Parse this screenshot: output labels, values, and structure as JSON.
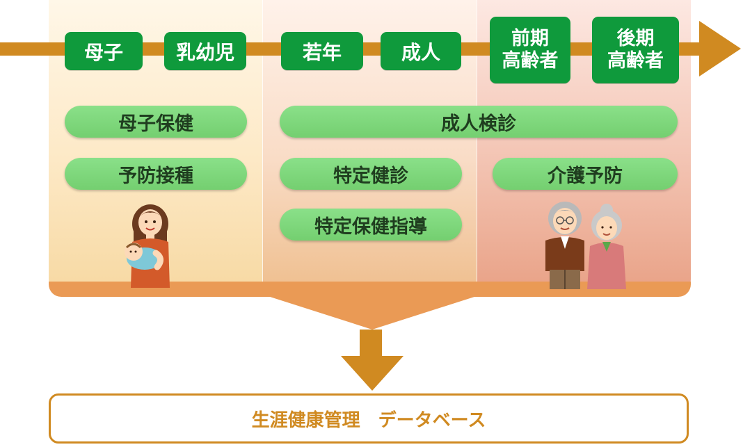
{
  "timeline": {
    "stages": [
      {
        "id": "boshi",
        "lines": [
          "母子"
        ]
      },
      {
        "id": "nyuyoji",
        "lines": [
          "乳幼児"
        ]
      },
      {
        "id": "jakunen",
        "lines": [
          "若年"
        ]
      },
      {
        "id": "seijin",
        "lines": [
          "成人"
        ]
      },
      {
        "id": "zenki",
        "lines": [
          "前期",
          "高齢者"
        ]
      },
      {
        "id": "koki",
        "lines": [
          "後期",
          "高齢者"
        ]
      }
    ]
  },
  "programs": {
    "boshi_hoken": "母子保健",
    "seijin_kenshin": "成人検診",
    "yobo_sesshu": "予防接種",
    "tokutei_kenshin": "特定健診",
    "kaigo_yobo": "介護予防",
    "tokutei_hoken_shido": "特定保健指導"
  },
  "database": {
    "label": "生涯健康管理　データベース"
  },
  "illustrations": [
    "mother-with-baby-illustration",
    "elderly-couple-illustration"
  ],
  "colors": {
    "timeline_arrow": "#d08a21",
    "stage_pill": "#0f9a3c",
    "program_pill": "#7ad777",
    "database_border": "#d08a21"
  }
}
